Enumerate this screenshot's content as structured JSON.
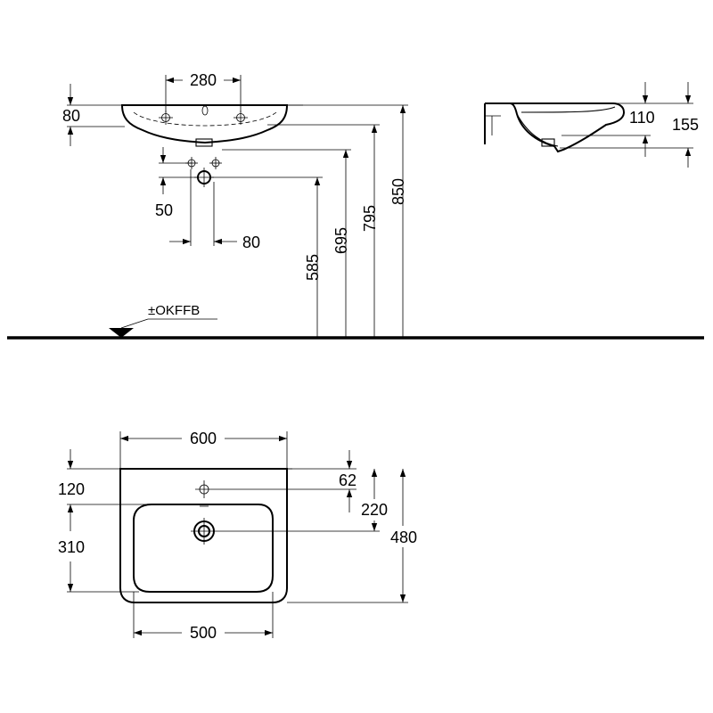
{
  "front_view": {
    "dims": {
      "tap_spacing": "280",
      "rim_height": "80",
      "outlet_offset": "50",
      "waste_spacing": "80",
      "h_waste": "585",
      "h_inlet": "695",
      "h_rim_bottom": "795",
      "h_top": "850"
    },
    "floor_label": "±OKFFB"
  },
  "side_view": {
    "dims": {
      "depth_inner": "110",
      "depth_outer": "155"
    }
  },
  "top_view": {
    "dims": {
      "width": "600",
      "bowl_width": "500",
      "tap_offset": "120",
      "bowl_depth": "310",
      "tap_to_edge": "62",
      "drain_to_edge": "220",
      "total_depth": "480"
    }
  }
}
